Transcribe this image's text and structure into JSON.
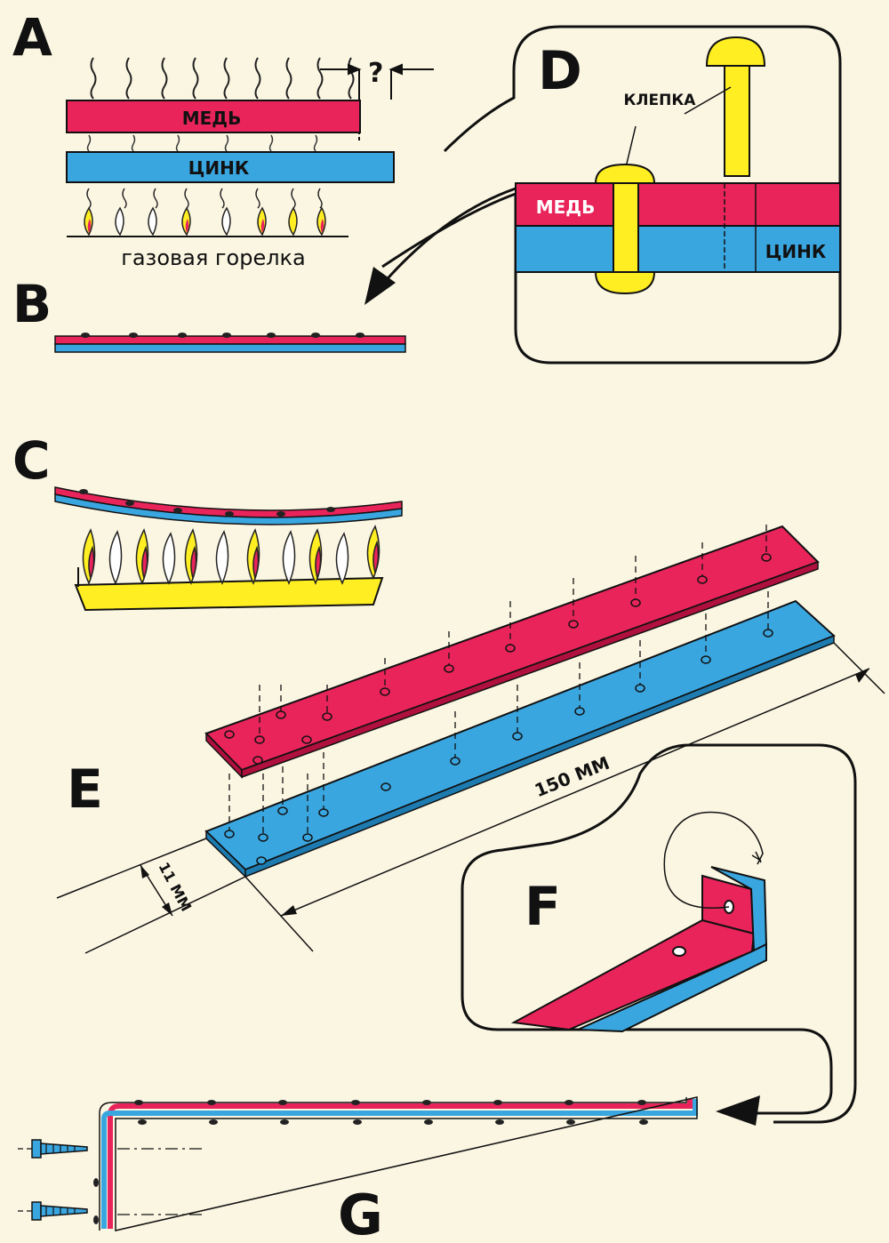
{
  "panels": {
    "a": {
      "letter": "A",
      "copper_label": "МЕДЬ",
      "zinc_label": "ЦИНК",
      "gap_mark": "?",
      "burner_caption": "газовая горелка"
    },
    "b": {
      "letter": "B"
    },
    "c": {
      "letter": "C"
    },
    "d": {
      "letter": "D",
      "rivet_label": "КЛЕПКА",
      "copper_label": "МЕДЬ",
      "zinc_label": "ЦИНК"
    },
    "e": {
      "letter": "E",
      "length_label": "150 ММ",
      "width_label": "11 ММ"
    },
    "f": {
      "letter": "F"
    },
    "g": {
      "letter": "G"
    }
  },
  "colors": {
    "copper": "#e8245a",
    "zinc": "#3aa6e0",
    "brass": "#ffee22",
    "outline": "#111111",
    "background": "#fbf6e2"
  }
}
